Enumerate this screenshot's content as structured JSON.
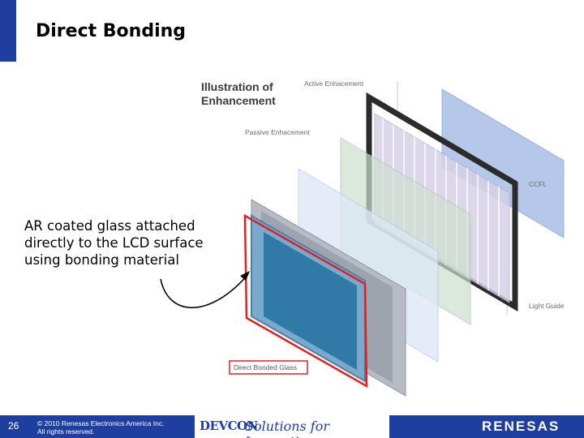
{
  "slide": {
    "title": "Direct Bonding",
    "caption": "AR coated glass attached directly to the LCD surface using bonding material"
  },
  "illustration": {
    "heading_line1": "Illustration of",
    "heading_line2": "Enhancement",
    "label_active": "Active Enhacement",
    "label_passive": "Passive Enhacement",
    "label_ccfl": "CCFL",
    "label_light_guide": "Light Guide",
    "label_bonded_glass": "Direct Bonded Glass"
  },
  "footer": {
    "page_number": "26",
    "copyright_line1": "© 2010 Renesas Electronics America Inc.",
    "copyright_line2": "All rights reserved.",
    "event_logo": "DEVCON",
    "tagline": "Solutions for Innovation",
    "brand_logo": "RENESAS"
  },
  "colors": {
    "accent_blue": "#1f3fa0",
    "highlight_red": "#e02020"
  }
}
